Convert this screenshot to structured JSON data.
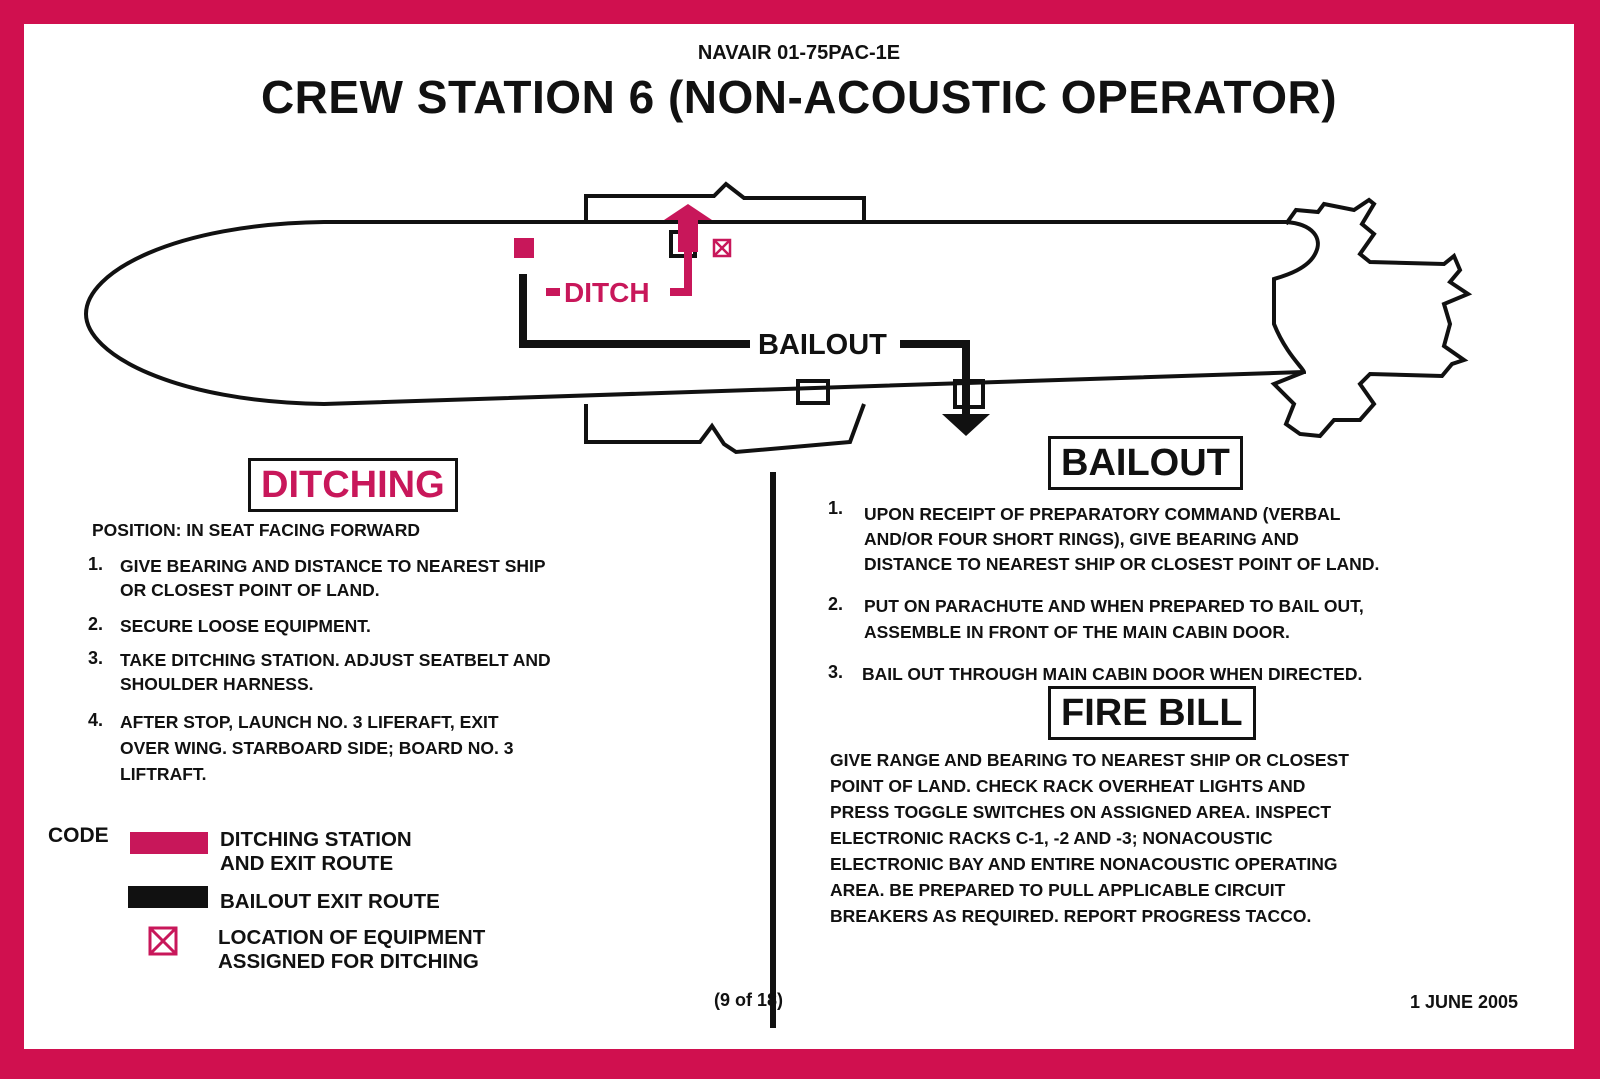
{
  "header": {
    "doc_id": "NAVAIR 01-75PAC-1E",
    "title": "CREW STATION 6 (NON-ACOUSTIC OPERATOR)"
  },
  "diagram": {
    "ditch_route_label": "DITCH",
    "bailout_route_label": "BAILOUT"
  },
  "ditching": {
    "heading": "DITCHING",
    "position": "POSITION:  IN  SEAT  FACING  FORWARD",
    "steps": [
      {
        "num": "1.",
        "lines": [
          "GIVE BEARING AND DISTANCE TO NEAREST SHIP",
          "OR CLOSEST POINT OF LAND."
        ]
      },
      {
        "num": "2.",
        "lines": [
          "SECURE LOOSE EQUIPMENT."
        ]
      },
      {
        "num": "3.",
        "lines": [
          "TAKE DITCHING STATION.   ADJUST SEATBELT AND",
          "SHOULDER HARNESS."
        ]
      },
      {
        "num": "4.",
        "lines": [
          "AFTER STOP,  LAUNCH  NO.  3  LIFERAFT,   EXIT",
          "OVER WING.  STARBOARD SIDE;   BOARD NO. 3",
          "LIFTRAFT."
        ]
      }
    ]
  },
  "legend": {
    "code_label": "CODE",
    "items": [
      {
        "lines": [
          "DITCHING STATION",
          "AND EXIT ROUTE"
        ]
      },
      {
        "lines": [
          "BAILOUT EXIT ROUTE"
        ]
      },
      {
        "lines": [
          "LOCATION OF EQUIPMENT",
          "ASSIGNED FOR DITCHING"
        ]
      }
    ]
  },
  "bailout": {
    "heading": "BAILOUT",
    "steps": [
      {
        "num": "1.",
        "lines": [
          "UPON  RECEIPT  OF  PREPARATORY  COMMAND  (VERBAL",
          "AND/OR  FOUR  SHORT  RINGS),  GIVE  BEARING  AND",
          "DISTANCE TO NEAREST SHIP OR CLOSEST POINT OF LAND."
        ]
      },
      {
        "num": "2.",
        "lines": [
          "PUT ON PARACHUTE AND WHEN PREPARED TO BAIL OUT,",
          "ASSEMBLE IN FRONT OF THE MAIN CABIN DOOR."
        ]
      },
      {
        "num": "3.",
        "lines": [
          "BAIL OUT THROUGH MAIN CABIN DOOR WHEN DIRECTED."
        ]
      }
    ]
  },
  "fire_bill": {
    "heading": "FIRE BILL",
    "lines": [
      "GIVE  RANGE  AND  BEARING  TO  NEAREST  SHIP  OR  CLOSEST",
      "POINT  OF  LAND.    CHECK  RACK  OVERHEAT  LIGHTS  AND",
      "PRESS  TOGGLE  SWITCHES  ON  ASSIGNED  AREA.  INSPECT",
      "ELECTRONIC  RACKS  C-1,   -2   AND  -3;   NONACOUSTIC",
      "ELECTRONIC  BAY  AND  ENTIRE  NONACOUSTIC OPERATING",
      "AREA.   BE  PREPARED  TO  PULL  APPLICABLE  CIRCUIT",
      "BREAKERS   AS REQUIRED.   REPORT  PROGRESS  TACCO."
    ]
  },
  "footer": {
    "page": "(9 of 18)",
    "date": "1 JUNE 2005"
  },
  "colors": {
    "border": "#d0104f",
    "ditch_route": "#c8175a",
    "bailout_route": "#111111"
  },
  "icons": {
    "equipment": "boxed-x-icon",
    "route_arrow": "arrow-icon"
  }
}
